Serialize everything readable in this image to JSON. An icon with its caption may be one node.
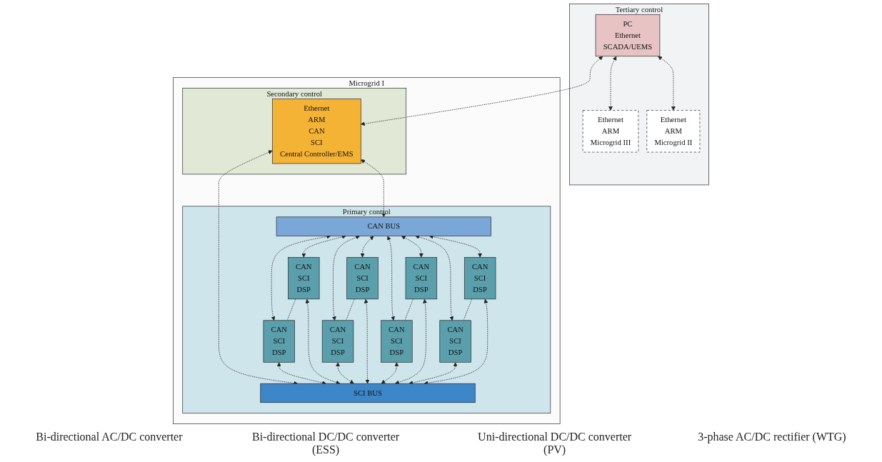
{
  "diagram": {
    "nodes": [
      {
        "text": [
          "Tertiary control"
        ]
      },
      {
        "text": [
          "PC",
          "Ethernet",
          "SCADA/UEMS"
        ],
        "in": 0
      },
      {
        "text": [
          "Ethernet",
          "ARM",
          "Microgrid II"
        ],
        "in": 0
      },
      {
        "text": [
          "Ethernet",
          "ARM",
          "Microgrid III"
        ],
        "in": 0
      },
      {
        "text": [
          "Microgrid I"
        ]
      },
      {
        "text": [
          "Secondary control"
        ],
        "in": 4
      },
      {
        "text": [
          "Ethernet",
          "ARM",
          "CAN",
          "SCI",
          "Central Controller/EMS"
        ],
        "in": 5
      },
      {
        "text": [
          "Primary control"
        ],
        "in": 4
      },
      {
        "text": [
          "CAN BUS"
        ],
        "in": 7
      },
      {
        "text": [
          "SCI BUS"
        ],
        "in": 7
      },
      {
        "text": [
          "CAN",
          "SCI",
          "DSP"
        ],
        "in": 7
      },
      {
        "text": [
          "CAN",
          "SCI",
          "DSP"
        ],
        "in": 7
      },
      {
        "text": [
          "CAN",
          "SCI",
          "DSP"
        ],
        "in": 7
      },
      {
        "text": [
          "CAN",
          "SCI",
          "DSP"
        ],
        "in": 7
      },
      {
        "text": [
          "CAN",
          "SCI",
          "DSP"
        ],
        "in": 7
      },
      {
        "text": [
          "CAN",
          "SCI",
          "DSP"
        ],
        "in": 7
      },
      {
        "text": [
          "CAN",
          "SCI",
          "DSP"
        ],
        "in": 7
      },
      {
        "text": [
          "CAN",
          "SCI",
          "DSP"
        ],
        "in": 7
      }
    ],
    "edges": [
      {
        "from": 1,
        "to": 2,
        "arrow": "both",
        "style": "dashed"
      },
      {
        "from": 1,
        "to": 3,
        "arrow": "both",
        "style": "dashed"
      },
      {
        "from": 1,
        "to": 6,
        "arrow": "both",
        "style": "dashed"
      },
      {
        "from": 6,
        "to": 8,
        "arrow": "both",
        "style": "dashed"
      },
      {
        "from": 6,
        "to": 9,
        "arrow": "both",
        "style": "dashed"
      },
      {
        "from": 8,
        "to": 10,
        "arrow": "both",
        "style": "dashed"
      },
      {
        "from": 9,
        "to": 10,
        "arrow": "both",
        "style": "dashed"
      },
      {
        "from": 8,
        "to": 11,
        "arrow": "both",
        "style": "dashed"
      },
      {
        "from": 9,
        "to": 11,
        "arrow": "both",
        "style": "dashed"
      },
      {
        "from": 8,
        "to": 12,
        "arrow": "both",
        "style": "dashed"
      },
      {
        "from": 9,
        "to": 12,
        "arrow": "both",
        "style": "dashed"
      },
      {
        "from": 8,
        "to": 13,
        "arrow": "both",
        "style": "dashed"
      },
      {
        "from": 9,
        "to": 13,
        "arrow": "both",
        "style": "dashed"
      },
      {
        "from": 8,
        "to": 14,
        "arrow": "both",
        "style": "dashed"
      },
      {
        "from": 9,
        "to": 14,
        "arrow": "both",
        "style": "dashed"
      },
      {
        "from": 8,
        "to": 15,
        "arrow": "both",
        "style": "dashed"
      },
      {
        "from": 9,
        "to": 15,
        "arrow": "both",
        "style": "dashed"
      },
      {
        "from": 8,
        "to": 16,
        "arrow": "both",
        "style": "dashed"
      },
      {
        "from": 9,
        "to": 16,
        "arrow": "both",
        "style": "dashed"
      },
      {
        "from": 8,
        "to": 17,
        "arrow": "both",
        "style": "dashed"
      },
      {
        "from": 9,
        "to": 17,
        "arrow": "both",
        "style": "dashed"
      },
      {
        "from": 10,
        "to": 11,
        "arrow": "none",
        "style": "dashed"
      },
      {
        "from": 12,
        "to": 13,
        "arrow": "none",
        "style": "dashed"
      },
      {
        "from": 14,
        "to": 15,
        "arrow": "none",
        "style": "dashed"
      },
      {
        "from": 16,
        "to": 17,
        "arrow": "none",
        "style": "dashed"
      }
    ],
    "labels": [
      "Bi-directional AC/DC converter",
      "Bi-directional DC/DC converter (ESS)",
      "Uni-directional DC/DC converter (PV)",
      "3-phase AC/DC rectifier (WTG)"
    ]
  }
}
